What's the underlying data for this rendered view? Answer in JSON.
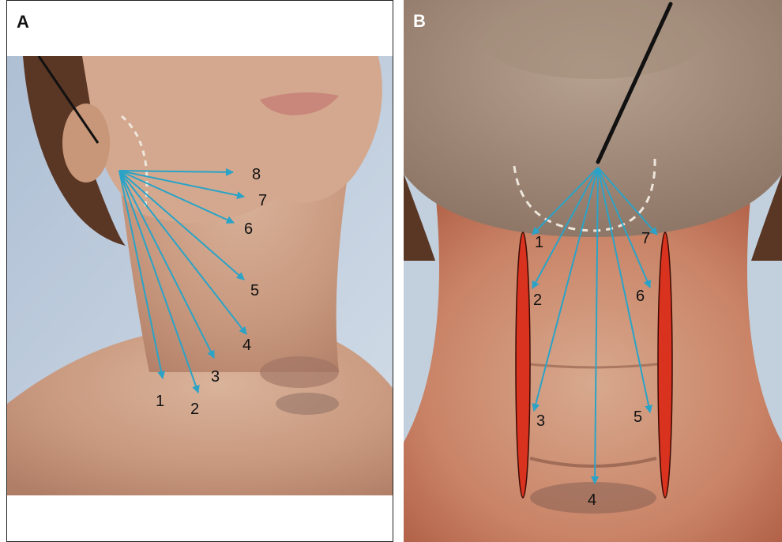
{
  "panel_a": {
    "letter": "A",
    "labels": [
      "1",
      "2",
      "3",
      "4",
      "5",
      "6",
      "7",
      "8"
    ],
    "colors": {
      "arrow": "#2aa3c7",
      "marker_arc": "#e8e2d8"
    }
  },
  "panel_b": {
    "letter": "B",
    "labels": [
      "1",
      "2",
      "3",
      "4",
      "5",
      "6",
      "7"
    ],
    "colors": {
      "arrow": "#2aa3c7",
      "band": "#d9321e",
      "marker_arc": "#e8e2d8"
    }
  }
}
